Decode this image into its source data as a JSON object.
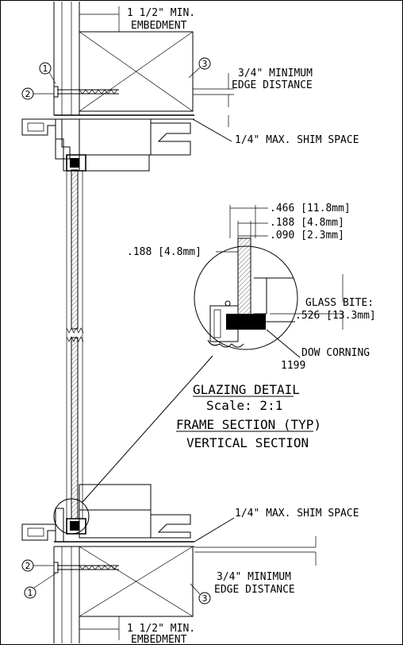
{
  "embed_top": {
    "line1": "1 1/2\" MIN.",
    "line2": "EMBEDMENT"
  },
  "edge_top": {
    "line1": "3/4\" MINIMUM",
    "line2": "EDGE DISTANCE"
  },
  "shim_top": "1/4\" MAX. SHIM SPACE",
  "callouts": {
    "c1": "1",
    "c2": "2",
    "c3": "3"
  },
  "glazing": {
    "d1": ".466 [11.8mm]",
    "d2": ".188 [4.8mm]",
    "d3": ".090 [2.3mm]",
    "d4": ".188 [4.8mm]",
    "bite_label": "GLASS BITE:",
    "bite_value": ".526 [13.3mm]",
    "sealant1": "DOW CORNING",
    "sealant2": "1199"
  },
  "titles": {
    "detail": "GLAZING DETAIL",
    "scale": "Scale: 2:1",
    "section": "FRAME SECTION (TYP)",
    "vertical": "VERTICAL SECTION"
  },
  "shim_bottom": "1/4\" MAX. SHIM SPACE",
  "edge_bottom": {
    "line1": "3/4\" MINIMUM",
    "line2": "EDGE DISTANCE"
  },
  "embed_bottom": {
    "line1": "1 1/2\" MIN.",
    "line2": "EMBEDMENT"
  }
}
